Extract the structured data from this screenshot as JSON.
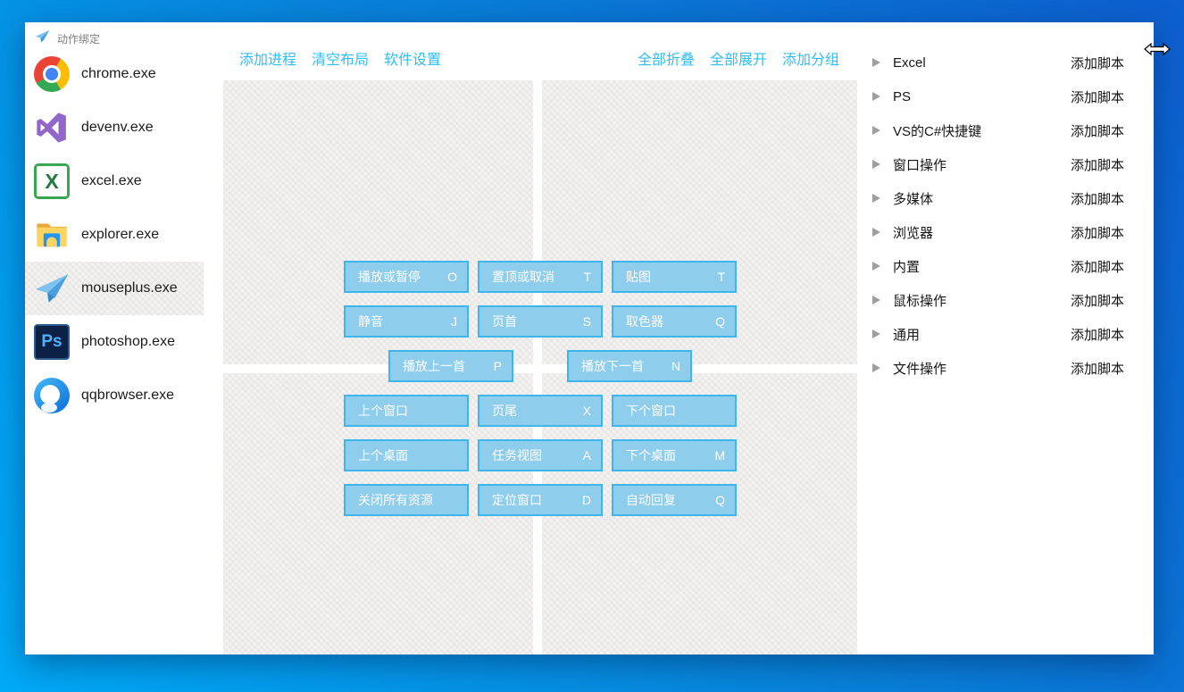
{
  "window": {
    "title": "动作绑定",
    "controls": {
      "minimize": "─",
      "maximize": "□",
      "close": "✕"
    }
  },
  "sidebar": {
    "items": [
      {
        "label": "chrome.exe",
        "icon": "chrome-icon",
        "selected": false
      },
      {
        "label": "devenv.exe",
        "icon": "visual-studio-icon",
        "selected": false
      },
      {
        "label": "excel.exe",
        "icon": "excel-icon",
        "selected": false
      },
      {
        "label": "explorer.exe",
        "icon": "explorer-folder-icon",
        "selected": false
      },
      {
        "label": "mouseplus.exe",
        "icon": "paper-plane-icon",
        "selected": true
      },
      {
        "label": "photoshop.exe",
        "icon": "photoshop-icon",
        "selected": false
      },
      {
        "label": "qqbrowser.exe",
        "icon": "qqbrowser-icon",
        "selected": false
      }
    ]
  },
  "toolbar": {
    "left": [
      "添加进程",
      "清空布局",
      "软件设置"
    ],
    "right": [
      "全部折叠",
      "全部展开",
      "添加分组"
    ]
  },
  "canvas": {
    "buttons": [
      {
        "label": "播放或暂停",
        "hotkey": "O"
      },
      {
        "label": "置顶或取消",
        "hotkey": "T"
      },
      {
        "label": "贴图",
        "hotkey": "T"
      },
      {
        "label": "静音",
        "hotkey": "J"
      },
      {
        "label": "页首",
        "hotkey": "S"
      },
      {
        "label": "取色器",
        "hotkey": "Q"
      },
      {
        "label": "播放上一首",
        "hotkey": "P"
      },
      {
        "label": "播放下一首",
        "hotkey": "N"
      },
      {
        "label": "上个窗口",
        "hotkey": ""
      },
      {
        "label": "页尾",
        "hotkey": "X"
      },
      {
        "label": "下个窗口",
        "hotkey": ""
      },
      {
        "label": "上个桌面",
        "hotkey": ""
      },
      {
        "label": "任务视图",
        "hotkey": "A"
      },
      {
        "label": "下个桌面",
        "hotkey": "M"
      },
      {
        "label": "关闭所有资源",
        "hotkey": ""
      },
      {
        "label": "定位窗口",
        "hotkey": "D"
      },
      {
        "label": "自动回复",
        "hotkey": "Q"
      }
    ]
  },
  "groups": {
    "add_script": "添加脚本",
    "items": [
      "Excel",
      "PS",
      "VS的C#快捷键",
      "窗口操作",
      "多媒体",
      "浏览器",
      "内置",
      "鼠标操作",
      "通用",
      "文件操作"
    ]
  },
  "icons": {
    "photoshop_text": "Ps",
    "excel_text": "X"
  },
  "colors": {
    "accent_cyan": "#2fbdf2",
    "button_fill": "#8ecdeb",
    "button_border": "#3db6ef",
    "desktop_blue_light": "#00aaf7",
    "desktop_blue_dark": "#0d5fd0"
  }
}
